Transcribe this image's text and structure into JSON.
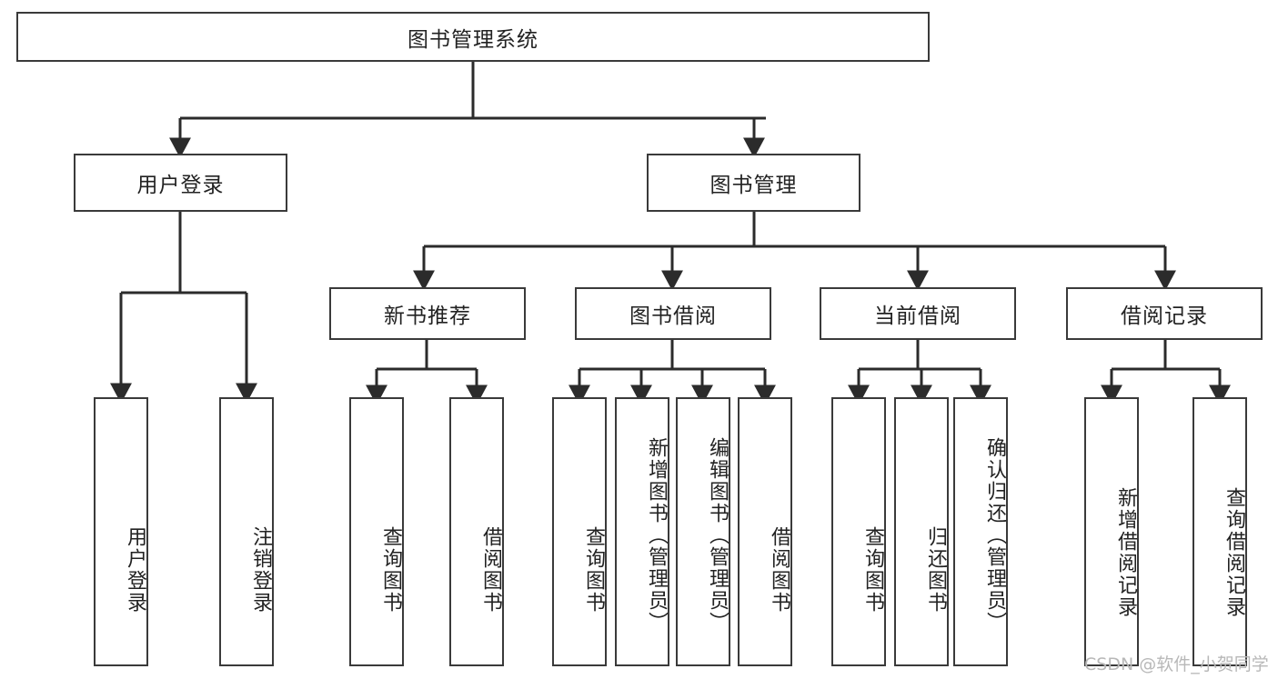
{
  "diagram": {
    "title": "图书管理系统",
    "watermark": "CSDN @软件_小贺同学",
    "colors": {
      "box_border": "#3a3a3a",
      "connector": "#2b2b2b",
      "background": "#ffffff",
      "text": "#222222",
      "watermark": "#b8b8b8"
    },
    "root": {
      "label": "图书管理系统"
    },
    "level1": [
      {
        "label": "用户登录"
      },
      {
        "label": "图书管理"
      }
    ],
    "level2": [
      {
        "label": "新书推荐"
      },
      {
        "label": "图书借阅"
      },
      {
        "label": "当前借阅"
      },
      {
        "label": "借阅记录"
      }
    ],
    "leaves": {
      "user_login": [
        {
          "label": "用户登录"
        },
        {
          "label": "注销登录"
        }
      ],
      "new_book_recommend": [
        {
          "label": "查询图书"
        },
        {
          "label": "借阅图书"
        }
      ],
      "book_borrow": [
        {
          "label": "查询图书"
        },
        {
          "label": "新增图书（管理员）"
        },
        {
          "label": "编辑图书（管理员）"
        },
        {
          "label": "借阅图书"
        }
      ],
      "current_borrow": [
        {
          "label": "查询图书"
        },
        {
          "label": "归还图书"
        },
        {
          "label": "确认归还（管理员）"
        }
      ],
      "borrow_record": [
        {
          "label": "新增借阅记录"
        },
        {
          "label": "查询借阅记录"
        }
      ]
    }
  }
}
